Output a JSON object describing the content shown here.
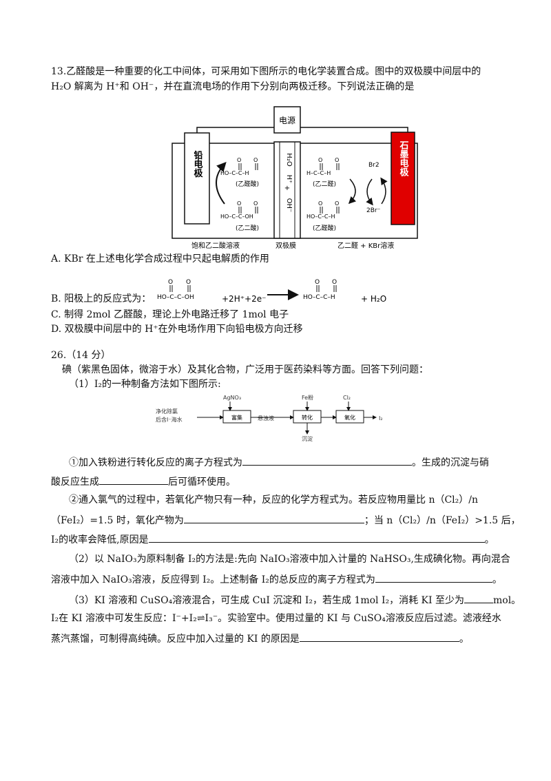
{
  "q13": {
    "stem1": "13.乙醛酸是一种重要的化工中间体，可采用如下图所示的电化学装置合成。图中的双极膜中间层中的",
    "stem2": "H₂O 解离为 H⁺和 OH⁻，并在直流电场的作用下分别向两极迁移。下列说法正确的是",
    "diagram": {
      "power": "电源",
      "lead_electrode": "铅电极",
      "graphite_electrode": "石墨电极",
      "membrane_top": "H₂O",
      "membrane_hplus": "H⁺",
      "membrane_ohminus": "OH⁻",
      "glyoxylic_acid": "(乙醛酸)",
      "oxalic_acid": "(乙二酸)",
      "glyoxal": "(乙二醛)",
      "glyoxylic_acid_right": "(乙醛酸)",
      "br2": "Br2",
      "br_minus": "2Br⁻",
      "label_left": "饱和乙二酸溶液",
      "label_mid": "双极膜",
      "label_right": "乙二醛 + KBr溶液"
    },
    "option_a": "A.  KBr 在上述电化学合成过程中只起电解质的作用",
    "option_b_prefix": "B.  阳极上的反应式为：",
    "option_b_mid": "+2H⁺+2e⁻",
    "option_b_suffix": "+ H₂O",
    "option_c": "C.  制得 2mol 乙醛酸，理论上外电路迁移了 1mol 电子",
    "option_d": "D.  双极膜中间层中的 H⁺在外电场作用下向铅电极方向迁移"
  },
  "q26": {
    "header": "26.（14 分）",
    "intro": "碘（紫黑色固体，微溶于水）及其化合物，广泛用于医药染料等方面。回答下列问题：",
    "part1": "（1）I₂的一种制备方法如下图所示:",
    "flow": {
      "source": "净化除氯后含I⁻海水",
      "agno3": "AgNO₃",
      "enrich": "富集",
      "suspension": "悬浊液",
      "fe": "Fe粉",
      "convert": "转化",
      "cl2": "Cl₂",
      "oxidize": "氧化",
      "product": "I₂",
      "precipitate": "沉淀"
    },
    "s1a": "①加入铁粉进行转化反应的离子方程式为",
    "s1b": "。生成的沉淀与硝",
    "s1c": "酸反应生成",
    "s1d": "后可循环使用。",
    "s2a": "②通入氯气的过程中，若氧化产物只有一种，反应的化学方程式为。若反应物用量比 n（Cl₂）/n",
    "s2b": "（FeI₂）=1.5 时，氧化产物为",
    "s2c": "；当 n（Cl₂）/n（FeI₂）>1.5 后，",
    "s2d": "I₂的收率会降低,原因是",
    "s2e": "。",
    "p2a": "（2）以 NaIO₃为原料制备 I₂的方法是:先向 NaIO₃溶液中加入计量的 NaHSO₃,生成碘化物。再向混合",
    "p2b": "溶液中加入 NaIO₃溶液，反应得到 I₂。上述制备 I₂的总反应的离子方程式为",
    "p2c": "。",
    "p3a": "（3）KI 溶液和 CuSO₄溶液混合，可生成 CuI 沉淀和 I₂，若生成 1mol I₂，消耗 KI 至少为",
    "p3b": "mol。",
    "p3c": "I₂在 KI 溶液中可发生反应：I⁻+I₂⇌I₃⁻。实验室中。使用过量的 KI 与 CuSO₄溶液反应后过滤。滤液经水",
    "p3d": "蒸汽蒸馏，可制得高纯碘。反应中加入过量的 KI 的原因是",
    "p3e": "。"
  }
}
